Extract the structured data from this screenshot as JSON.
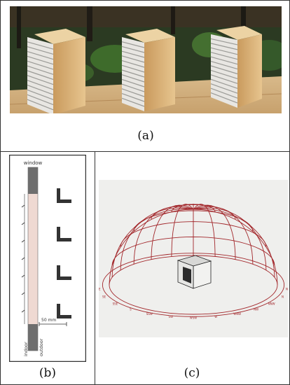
{
  "figure": {
    "panel_a": {
      "caption": "(a)",
      "description_icon": "photo-of-three-wooden-boxes-icon"
    },
    "panel_b": {
      "caption": "(b)",
      "labels": {
        "top": "window",
        "bottom_left": "indoor",
        "bottom_right": "outdoor",
        "scale": "50 mm"
      }
    },
    "panel_c": {
      "caption": "(c)",
      "dome_labels": [
        "NNE",
        "N",
        "NNW",
        "NW",
        "WNW",
        "W",
        "WSW",
        "SW",
        "SSW",
        "S",
        "SSE",
        "SE",
        "ESE"
      ]
    }
  },
  "colors": {
    "wood": "#d9b47d",
    "foliage": "#2f4a24",
    "dome_line": "#a2272b",
    "panel_c_bg": "#efefed",
    "channel_fill": "#efd9d2",
    "bracket": "#333333"
  }
}
